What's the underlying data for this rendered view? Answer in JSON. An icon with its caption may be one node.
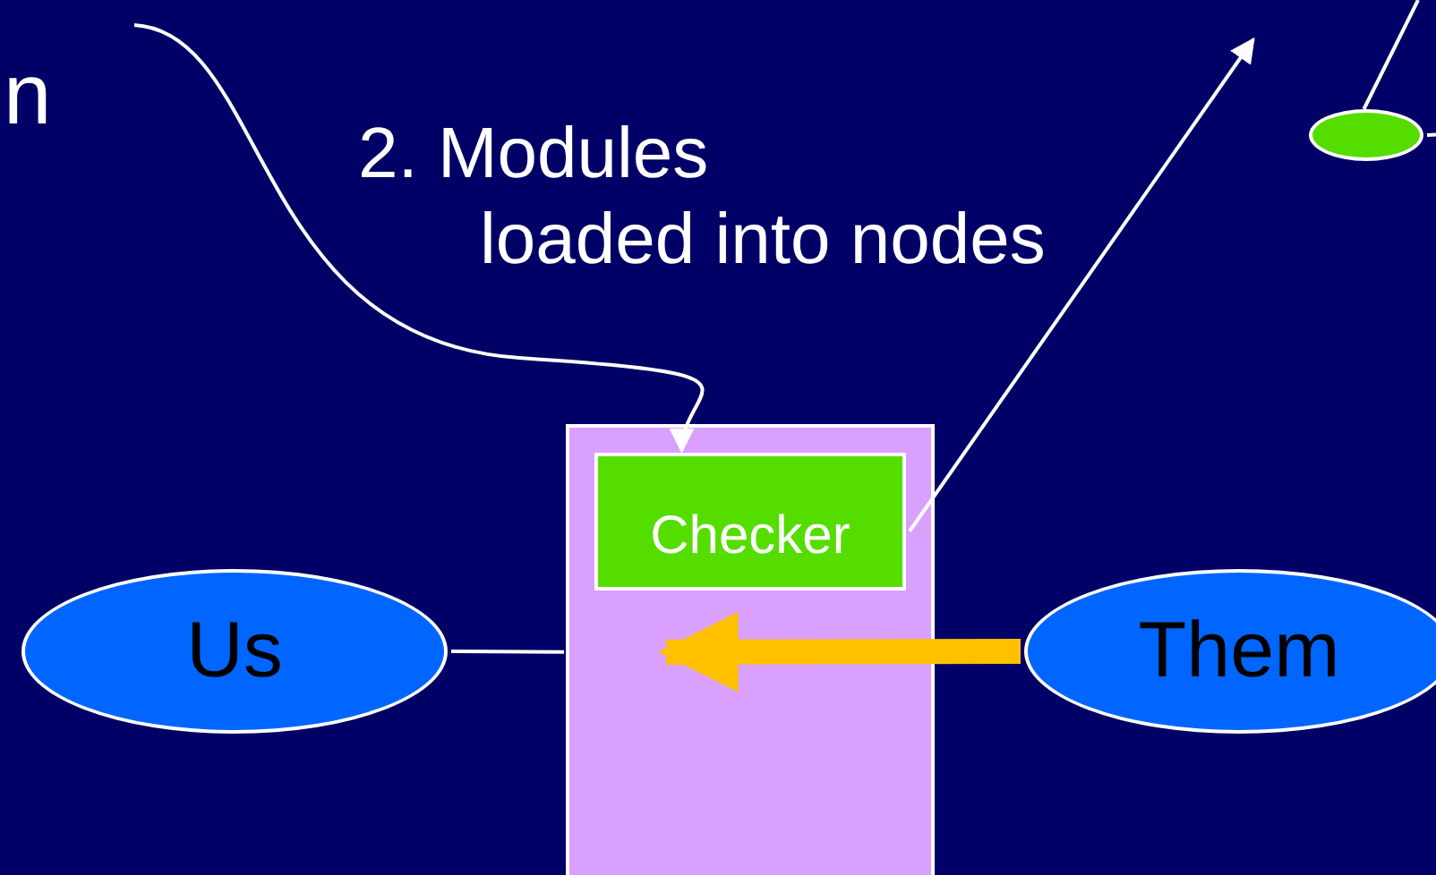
{
  "diagram": {
    "title": "2. Modules loaded into nodes",
    "nodes": [
      {
        "text": [],
        "shape": "box"
      },
      {
        "text": [
          "Checker"
        ],
        "in": 0
      },
      {
        "text": [
          "Us"
        ]
      },
      {
        "text": [
          "Them"
        ]
      },
      {
        "text": [],
        "shape": "ellipse"
      }
    ],
    "edges": [
      {
        "from": null,
        "to": 1,
        "arrow": "to"
      },
      {
        "from": 1,
        "to": null,
        "arrow": "to"
      },
      {
        "from": 2,
        "to": 0,
        "arrow": "none"
      },
      {
        "from": 3,
        "to": 0,
        "arrow": "to",
        "style": "thick",
        "color": "#ffc000"
      },
      {
        "from": 4,
        "to": null,
        "arrow": "none"
      },
      {
        "from": 4,
        "to": null,
        "arrow": "none"
      }
    ],
    "labels": [
      "n"
    ]
  }
}
